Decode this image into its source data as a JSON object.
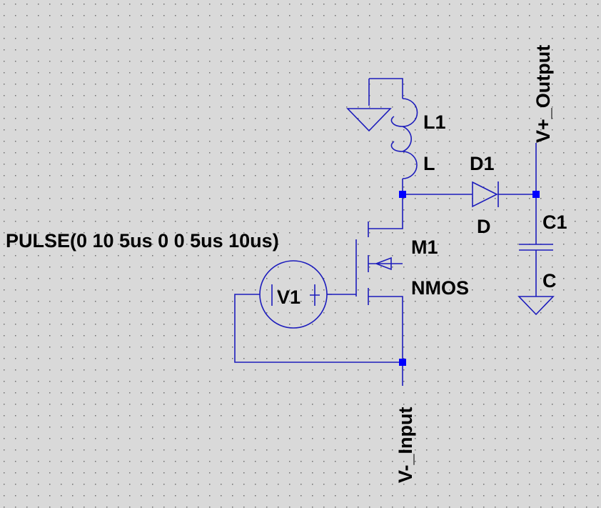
{
  "schematic": {
    "colors": {
      "background": "#d9d9d9",
      "grid_dot": "#6e6e6e",
      "wire": "#1c1cbc",
      "junction": "#0000ff",
      "text": "#000000"
    },
    "components": {
      "inductor": {
        "ref": "L1",
        "value": "L"
      },
      "diode": {
        "ref": "D1",
        "value": "D"
      },
      "capacitor": {
        "ref": "C1",
        "value": "C"
      },
      "mosfet": {
        "ref": "M1",
        "value": "NMOS"
      },
      "source": {
        "ref": "V1",
        "value": "PULSE(0 10 5us 0 0 5us 10us)"
      }
    },
    "nets": {
      "output": "V+_Output",
      "input": "V-_Input"
    }
  }
}
